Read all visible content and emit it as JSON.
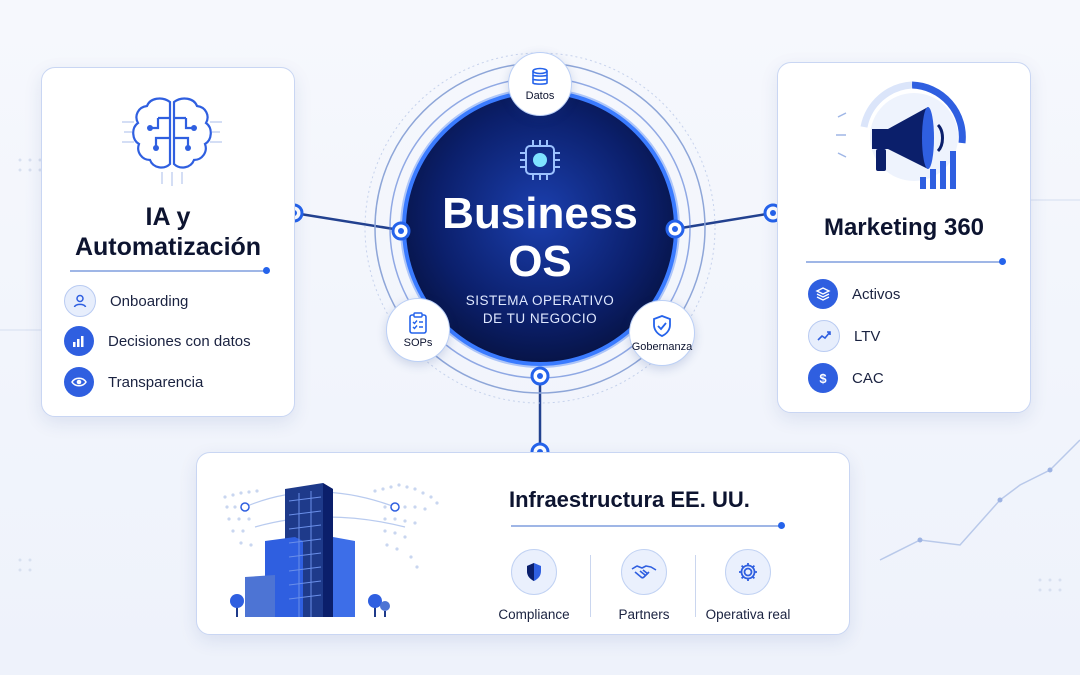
{
  "core": {
    "title_line1": "Business",
    "title_line2": "OS",
    "subtitle_line1": "SISTEMA OPERATIVO",
    "subtitle_line2": "DE TU NEGOCIO"
  },
  "satellites": {
    "top": {
      "label": "Datos",
      "icon": "database-icon"
    },
    "left": {
      "label": "SOPs",
      "icon": "checklist-icon"
    },
    "right": {
      "label": "Gobernanza",
      "icon": "shield-check-icon"
    }
  },
  "ia_card": {
    "title_line1": "IA y",
    "title_line2": "Automatización",
    "illustration": "brain-circuit-icon",
    "items": [
      {
        "label": "Onboarding",
        "icon": "user-icon"
      },
      {
        "label": "Decisiones con datos",
        "icon": "bar-chart-icon"
      },
      {
        "label": "Transparencia",
        "icon": "eye-icon"
      }
    ]
  },
  "marketing_card": {
    "title": "Marketing 360",
    "illustration": "megaphone-icon",
    "items": [
      {
        "label": "Activos",
        "icon": "layers-icon"
      },
      {
        "label": "LTV",
        "icon": "trend-up-icon"
      },
      {
        "label": "CAC",
        "icon": "dollar-icon"
      }
    ]
  },
  "infra_card": {
    "title": "Infraestructura EE. UU.",
    "illustration": "building-map-icon",
    "items": [
      {
        "label": "Compliance",
        "icon": "shield-icon"
      },
      {
        "label": "Partners",
        "icon": "handshake-icon"
      },
      {
        "label": "Operativa real",
        "icon": "gear-icon"
      }
    ]
  },
  "colors": {
    "primary": "#2563eb",
    "navy": "#0a1a5c",
    "card_border": "#c9d6f3"
  }
}
